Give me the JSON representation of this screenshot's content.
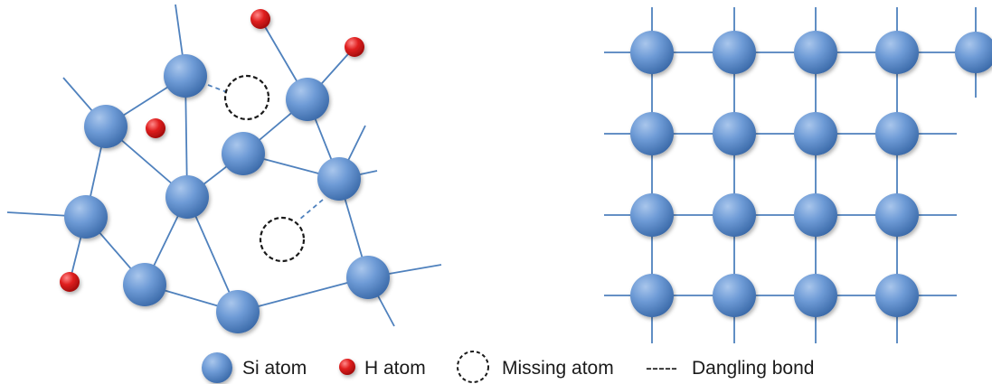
{
  "legend": {
    "si_label": "Si atom",
    "h_label": "H atom",
    "missing_label": "Missing atom",
    "dangling_symbol": "-----",
    "dangling_label": "Dangling bond"
  },
  "colors": {
    "si_atom": "#4f81bd",
    "h_atom": "#d11414",
    "bond": "#4f81bd",
    "missing_outline": "#1a1a1a"
  }
}
